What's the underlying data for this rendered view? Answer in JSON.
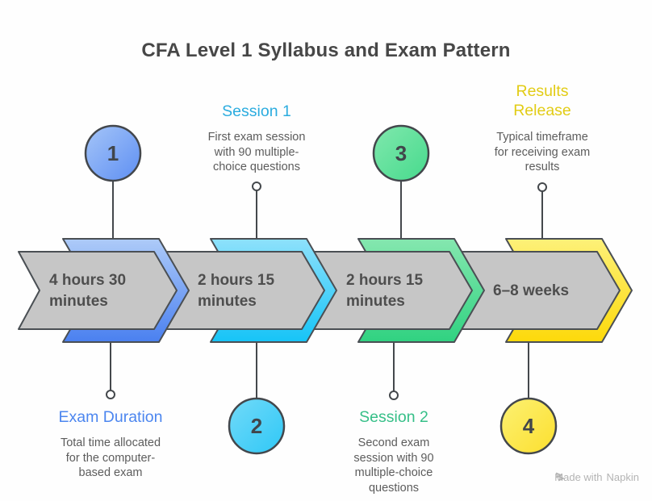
{
  "title": "CFA Level 1 Syllabus and Exam Pattern",
  "steps": [
    {
      "number": "1",
      "bar_text": "4 hours 30 minutes",
      "accent": "#4a80f0",
      "annotation": {
        "position": "below",
        "heading": "Exam Duration",
        "heading_color": "#4c86ef",
        "body": "Total time allocated for the computer-based exam"
      }
    },
    {
      "number": "2",
      "bar_text": "2 hours 15 minutes",
      "accent": "#16c4f7",
      "annotation": {
        "position": "above",
        "heading": "Session 1",
        "heading_color": "#2bacdf",
        "body": "First exam session with 90 multiple-choice questions"
      }
    },
    {
      "number": "3",
      "bar_text": "2 hours 15 minutes",
      "accent": "#30d281",
      "annotation": {
        "position": "below",
        "heading": "Session 2",
        "heading_color": "#36bf88",
        "body": "Second exam session with 90 multiple-choice questions"
      }
    },
    {
      "number": "4",
      "bar_text": "6–8 weeks",
      "accent": "#fdd90a",
      "annotation": {
        "position": "above",
        "heading": "Results Release",
        "heading_color": "#e2cc15",
        "body": "Typical timeframe for receiving exam results"
      }
    }
  ],
  "watermark": {
    "prefix": "Made with",
    "brand": "Napkin"
  }
}
